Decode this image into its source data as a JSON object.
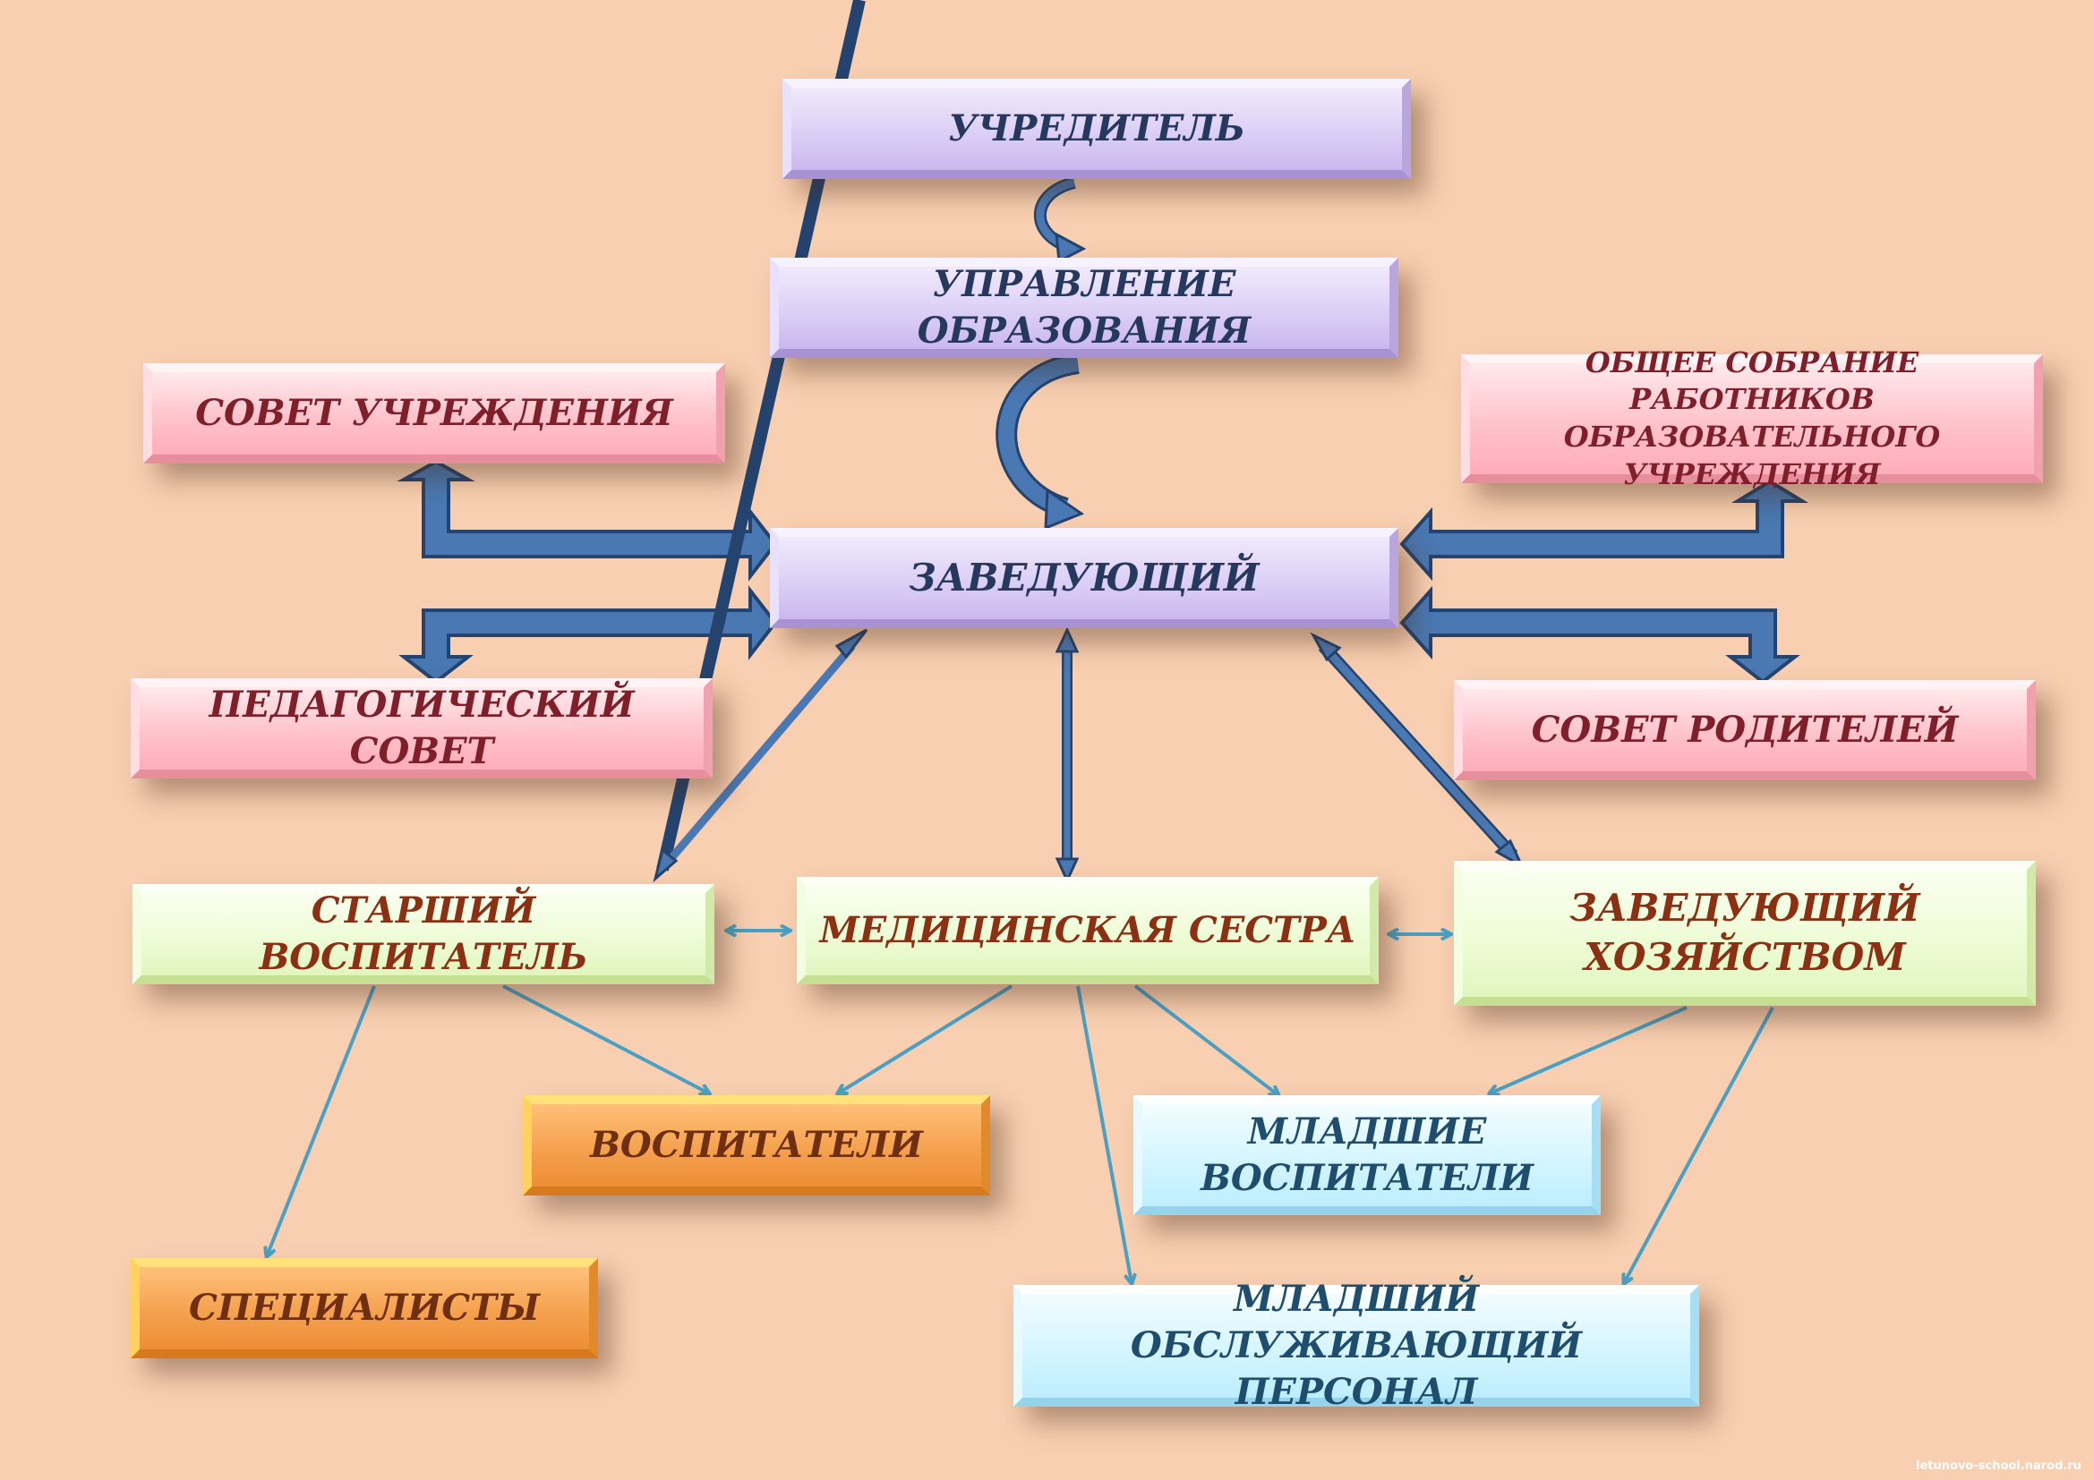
{
  "boxes": {
    "founder": "УЧРЕДИТЕЛЬ",
    "education_dept": "УПРАВЛЕНИЕ ОБРАЗОВАНИЯ",
    "institution_council": "СОВЕТ УЧРЕЖДЕНИЯ",
    "general_meeting": "ОБЩЕЕ СОБРАНИЕ РАБОТНИКОВ\nОБРАЗОВАТЕЛЬНОГО УЧРЕЖДЕНИЯ",
    "head": "ЗАВЕДУЮЩИЙ",
    "pedagogical_council": "ПЕДАГОГИЧЕСКИЙ СОВЕТ",
    "parents_council": "СОВЕТ РОДИТЕЛЕЙ",
    "senior_educator": "СТАРШИЙ ВОСПИТАТЕЛЬ",
    "nurse": "МЕДИЦИНСКАЯ СЕСТРА",
    "supply_manager": "ЗАВЕДУЮЩИЙ\nХОЗЯЙСТВОМ",
    "educators": "ВОСПИТАТЕЛИ",
    "junior_educators": "МЛАДШИЕ\nВОСПИТАТЕЛИ",
    "specialists": "СПЕЦИАЛИСТЫ",
    "junior_service_staff": "МЛАДШИЙ ОБСЛУЖИВАЮЩИЙ\nПЕРСОНАЛ"
  },
  "footer": "letunovo-school.narod.ru",
  "colors": {
    "background": "#f8cfb0",
    "thick_arrow": "#4a78b2",
    "thick_arrow_outline": "#24446f",
    "thin_arrow": "#4aa0c4"
  }
}
